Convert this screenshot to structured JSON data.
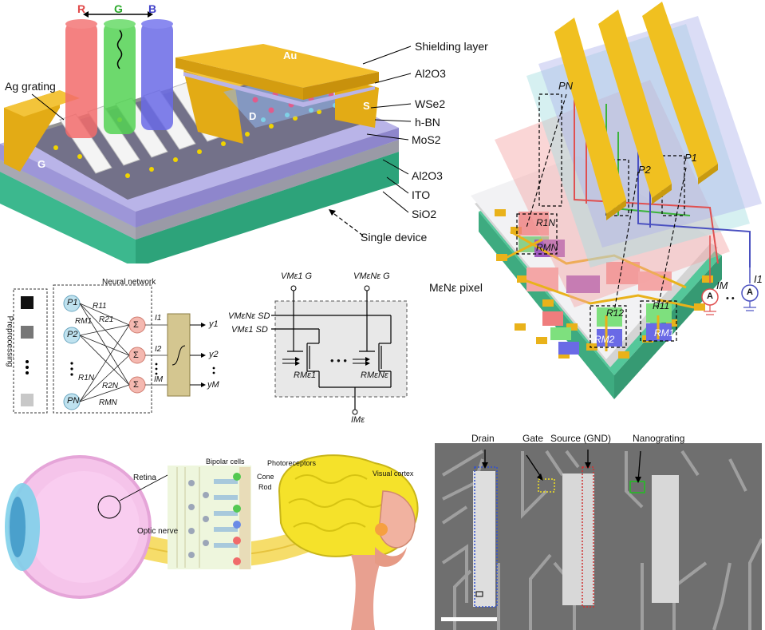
{
  "device": {
    "rgb": [
      "R",
      "G",
      "B"
    ],
    "ag_grating": "Ag grating",
    "electrodes": {
      "g": "G",
      "d": "D",
      "s": "S",
      "au": "Au"
    },
    "layers": [
      "Shielding layer",
      "Al2O3",
      "WSe2",
      "h-BN",
      "MoS2",
      "Al2O3",
      "ITO",
      "SiO2"
    ],
    "single_device": "Single device"
  },
  "array": {
    "p_labels": [
      "PN",
      "P2",
      "P1"
    ],
    "r_labels": [
      "R1N",
      "RMN",
      "R12",
      "R11",
      "RM2",
      "RM1"
    ],
    "currents": [
      "IM",
      "I1"
    ],
    "ammeter": "A",
    "dots": "• •",
    "pixel_label": "MεNε pixel"
  },
  "network": {
    "preprocessing": "Preprocessing",
    "title": "Neural network",
    "inputs": [
      "P1",
      "P2",
      "PN"
    ],
    "weights": [
      "R11",
      "R21",
      "RM1",
      "R1N",
      "R2N",
      "RMN"
    ],
    "sum_symbol": "Σ",
    "currents": [
      "I1",
      "I2",
      "IM"
    ],
    "outputs": [
      "y1",
      "y2",
      "yM"
    ]
  },
  "circuit": {
    "gate_top": [
      "VMε1 G",
      "VMεNε G"
    ],
    "sd": [
      "VMεNε SD",
      "VMε1 SD"
    ],
    "resistors": [
      "RMε1",
      "RMεNε"
    ],
    "ellipsis": "• • •",
    "output": "IMε"
  },
  "eye": {
    "retina": "Retina",
    "optic_nerve": "Optic nerve",
    "bipolar": "Bipolar cells",
    "photoreceptors": "Photoreceptors",
    "cone": "Cone",
    "rod": "Rod",
    "visual_cortex": "Visual cortex"
  },
  "sem": {
    "labels": [
      "Drain",
      "Gate",
      "Source (GND)",
      "Nanograting"
    ]
  }
}
